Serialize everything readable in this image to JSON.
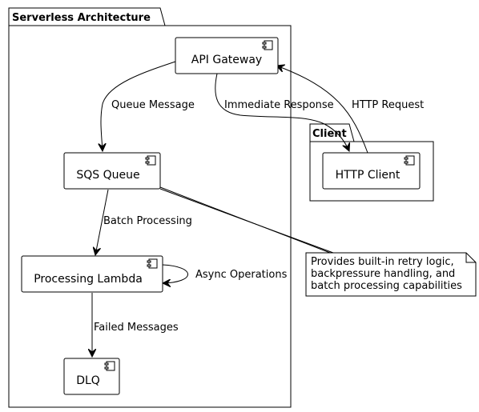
{
  "packages": {
    "serverless": {
      "title": "Serverless Architecture"
    },
    "client": {
      "title": "Client"
    }
  },
  "nodes": {
    "api_gateway": {
      "label": "API Gateway",
      "icon": "component-icon"
    },
    "sqs_queue": {
      "label": "SQS Queue",
      "icon": "component-icon"
    },
    "processing_lambda": {
      "label": "Processing Lambda",
      "icon": "component-icon"
    },
    "dlq": {
      "label": "DLQ",
      "icon": "component-icon"
    },
    "http_client": {
      "label": "HTTP Client",
      "icon": "component-icon"
    }
  },
  "edges": {
    "queue_message": "Queue Message",
    "immediate_response": "Immediate Response",
    "http_request": "HTTP Request",
    "batch_processing": "Batch Processing",
    "async_operations": "Async Operations",
    "failed_messages": "Failed Messages"
  },
  "note": {
    "lines": [
      "Provides built-in retry logic,",
      "backpressure handling, and",
      "batch processing capabilities"
    ]
  }
}
